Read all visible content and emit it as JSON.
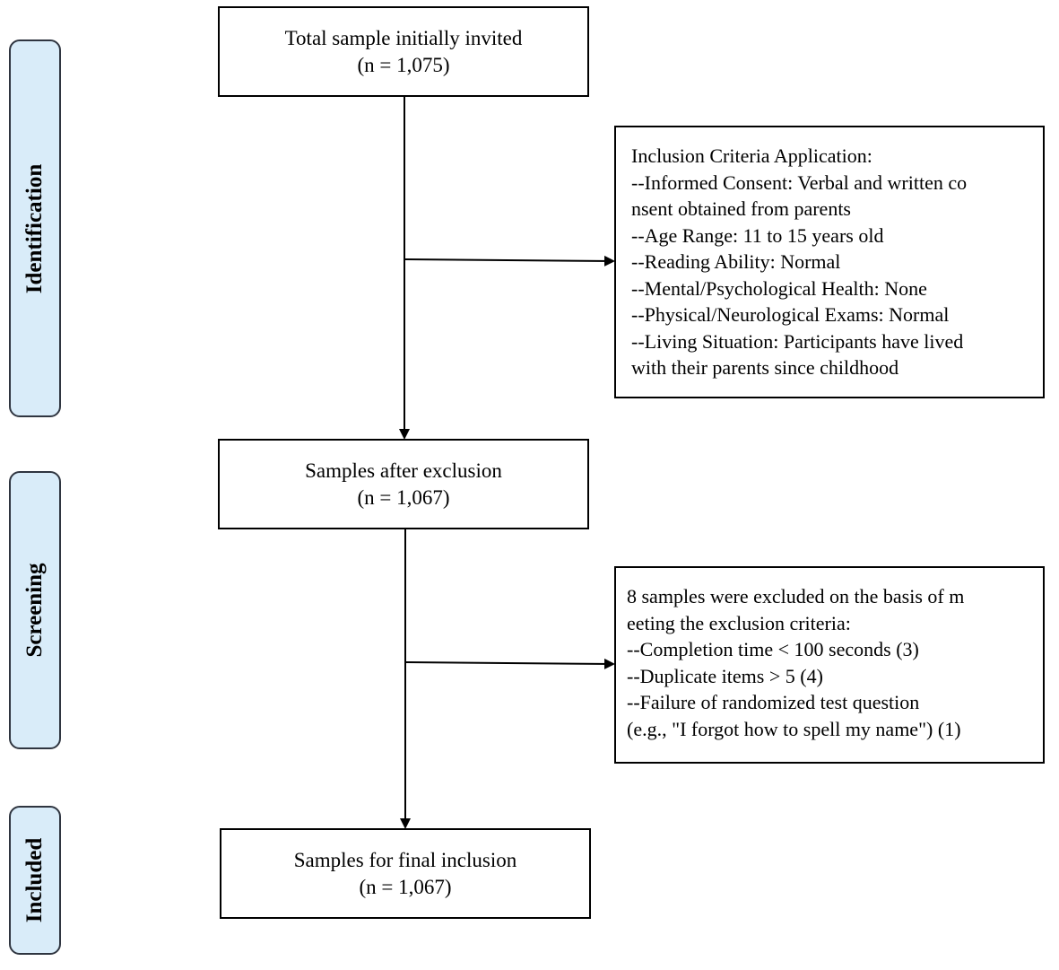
{
  "stages": {
    "identification": "Identification",
    "screening": "Screening",
    "included": "Included"
  },
  "colors": {
    "stage_fill": "#d9ecf9",
    "stage_border": "#2f3540",
    "line": "#000000"
  },
  "boxes": {
    "initial": {
      "title": "Total sample initially invited",
      "count": "(n = 1,075)"
    },
    "after_exclusion": {
      "title": "Samples after exclusion",
      "count": "(n = 1,067)"
    },
    "final": {
      "title": "Samples for final inclusion",
      "count": "(n = 1,067)"
    },
    "inclusion_criteria": {
      "lines": [
        "Inclusion Criteria Application:",
        "--Informed Consent: Verbal and written co",
        "nsent obtained from parents",
        "--Age Range: 11 to 15 years old",
        "--Reading Ability: Normal",
        "--Mental/Psychological Health: None",
        "--Physical/Neurological Exams: Normal",
        "--Living Situation: Participants have lived",
        "with their parents since childhood"
      ]
    },
    "exclusion_criteria": {
      "lines": [
        "8 samples were excluded on the basis of m",
        "eeting the exclusion criteria:",
        "--Completion time < 100 seconds (3)",
        "--Duplicate items > 5 (4)",
        "--Failure of randomized test question",
        "(e.g., \"I forgot how to spell my name\") (1)"
      ]
    }
  }
}
